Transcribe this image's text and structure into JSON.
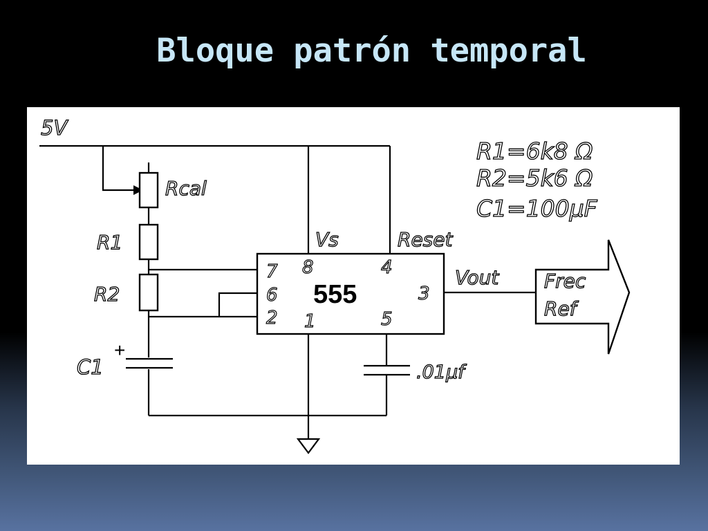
{
  "slide": {
    "title": "Bloque patrón temporal"
  },
  "diagram": {
    "supply_label": "5V",
    "pot_label": "Rcal",
    "r1_label": "R1",
    "r2_label": "R2",
    "c1_label": "C1",
    "c1_polarity": "+",
    "chip_label": "555",
    "pins": {
      "vs_label": "Vs",
      "reset_label": "Reset",
      "vout_label": "Vout",
      "p7": "7",
      "p8": "8",
      "p4": "4",
      "p6": "6",
      "p3": "3",
      "p2": "2",
      "p1": "1",
      "p5": "5"
    },
    "cap_small_label": ".01µf",
    "output_block": {
      "line1": "Frec",
      "line2": "Ref"
    },
    "values": {
      "r1": "R1=6k8 Ω",
      "r2": "R2=5k6 Ω",
      "c1": "C1=100µF"
    }
  }
}
